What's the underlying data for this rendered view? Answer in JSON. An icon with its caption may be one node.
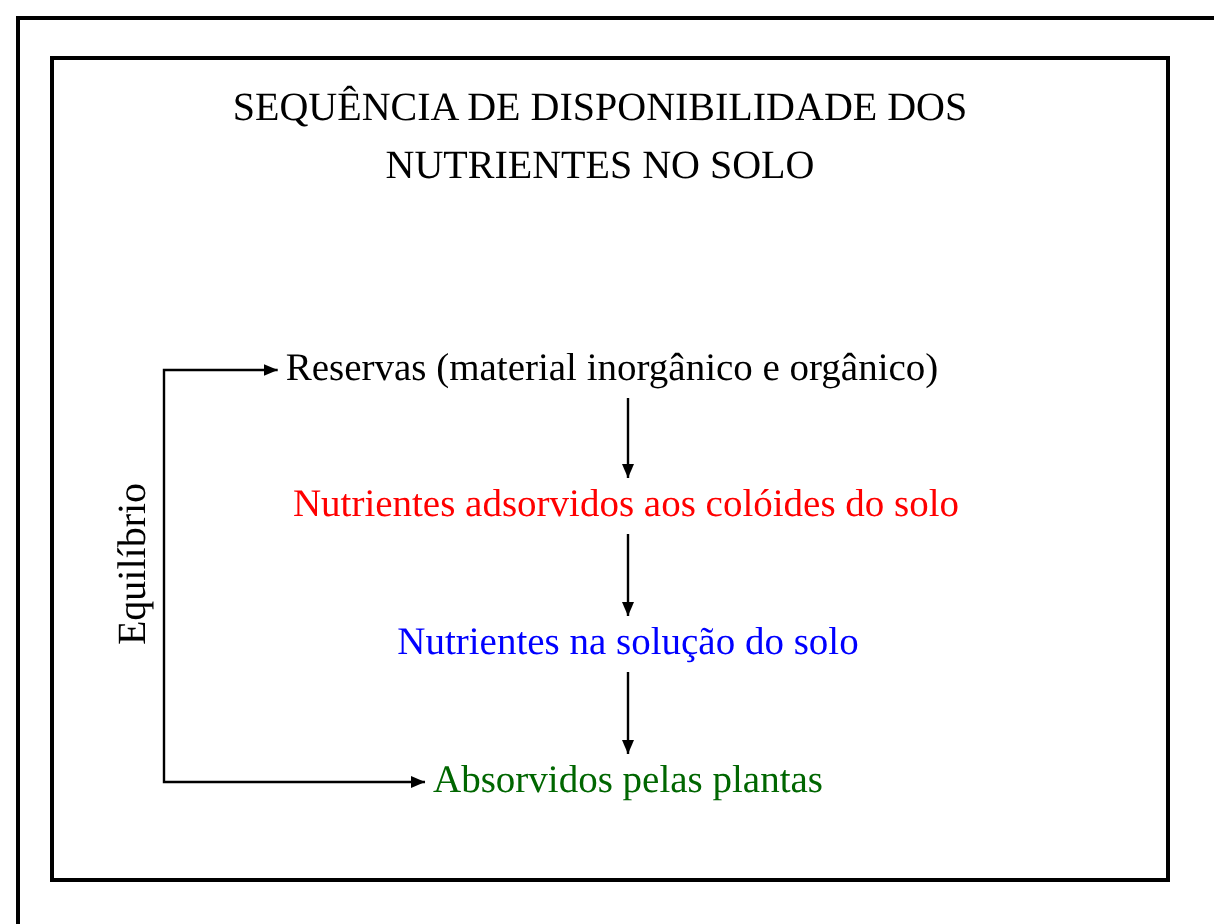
{
  "diagram": {
    "title": "SEQUÊNCIA DE DISPONIBILIDADE DOS NUTRIENTES NO SOLO",
    "nodes": [
      {
        "text": [
          "Reservas (material inorgânico e orgânico)"
        ]
      },
      {
        "text": [
          "Nutrientes adsorvidos aos colóides do solo"
        ]
      },
      {
        "text": [
          "Nutrientes na solução do solo"
        ]
      },
      {
        "text": [
          "Absorvidos pelas plantas"
        ]
      }
    ],
    "edges": [
      {
        "from": 0,
        "to": 1,
        "arrow": "to"
      },
      {
        "from": 1,
        "to": 2,
        "arrow": "to"
      },
      {
        "from": 2,
        "to": 3,
        "arrow": "to"
      },
      {
        "from": 3,
        "to": 0,
        "arrow": "both",
        "label": "Equilíbrio"
      }
    ]
  }
}
